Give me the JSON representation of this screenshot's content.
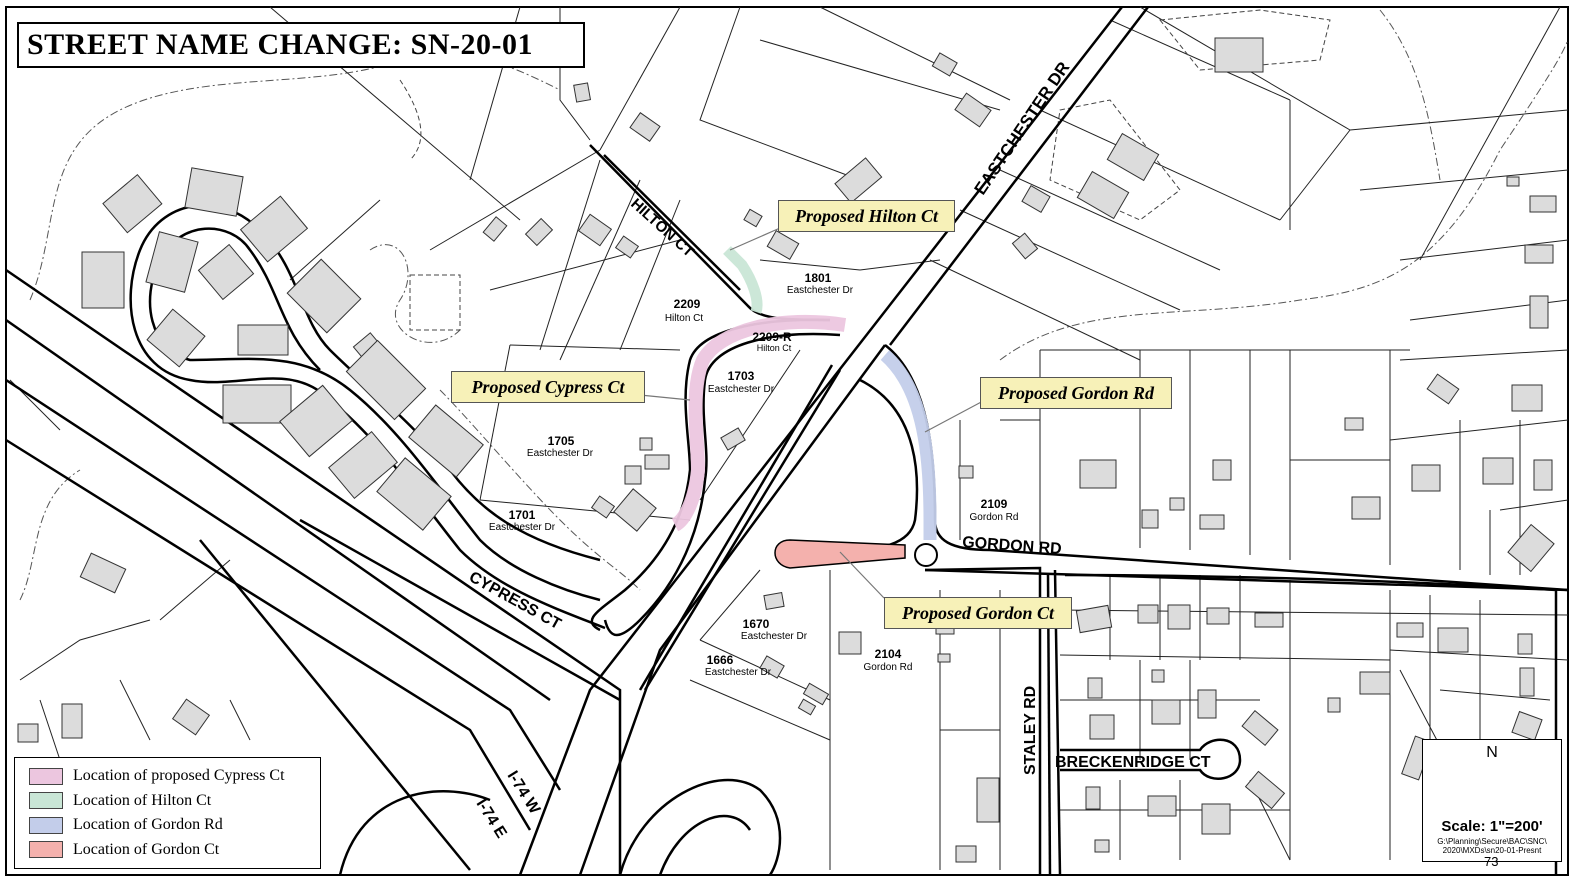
{
  "title": "STREET NAME CHANGE: SN-20-01",
  "callouts": {
    "hilton": "Proposed Hilton Ct",
    "cypress": "Proposed Cypress Ct",
    "gordon_rd": "Proposed Gordon Rd",
    "gordon_ct": "Proposed Gordon Ct"
  },
  "streets": {
    "eastchester": "EASTCHESTER DR",
    "hilton": "HILTON CT",
    "cypress": "CYPRESS CT",
    "gordon_rd": "GORDON RD",
    "staley": "STALEY RD",
    "breckenridge": "BRECKENRIDGE CT",
    "i74w": "I-74 W",
    "i74e": "I-74 E"
  },
  "parcels": [
    {
      "num": "1801",
      "street": "Eastchester Dr"
    },
    {
      "num": "2209",
      "street": "Hilton Ct"
    },
    {
      "num": "2209-R",
      "street": "Hilton Ct"
    },
    {
      "num": "1703",
      "street": "Eastchester Dr"
    },
    {
      "num": "1705",
      "street": "Eastchester Dr"
    },
    {
      "num": "1701",
      "street": "Eastchester Dr"
    },
    {
      "num": "2109",
      "street": "Gordon Rd"
    },
    {
      "num": "1670",
      "street": "Eastchester Dr"
    },
    {
      "num": "2104",
      "street": "Gordon Rd"
    },
    {
      "num": "1666",
      "street": "Eastchester Dr"
    }
  ],
  "legend": [
    {
      "label": "Location of proposed Cypress Ct",
      "color": "#ecc6df"
    },
    {
      "label": "Location of Hilton Ct",
      "color": "#c9e6d6"
    },
    {
      "label": "Location of Gordon Rd",
      "color": "#c3cdea"
    },
    {
      "label": "Location of Gordon Ct",
      "color": "#f4b1ad"
    }
  ],
  "scale": {
    "north": "N",
    "label": "Scale: 1\"=200'",
    "path_line1": "G:\\Planning\\Secure\\BAC\\SNC\\",
    "path_line2": "2020\\MXDs\\sn20-01-Presnt"
  },
  "page_number": "73"
}
